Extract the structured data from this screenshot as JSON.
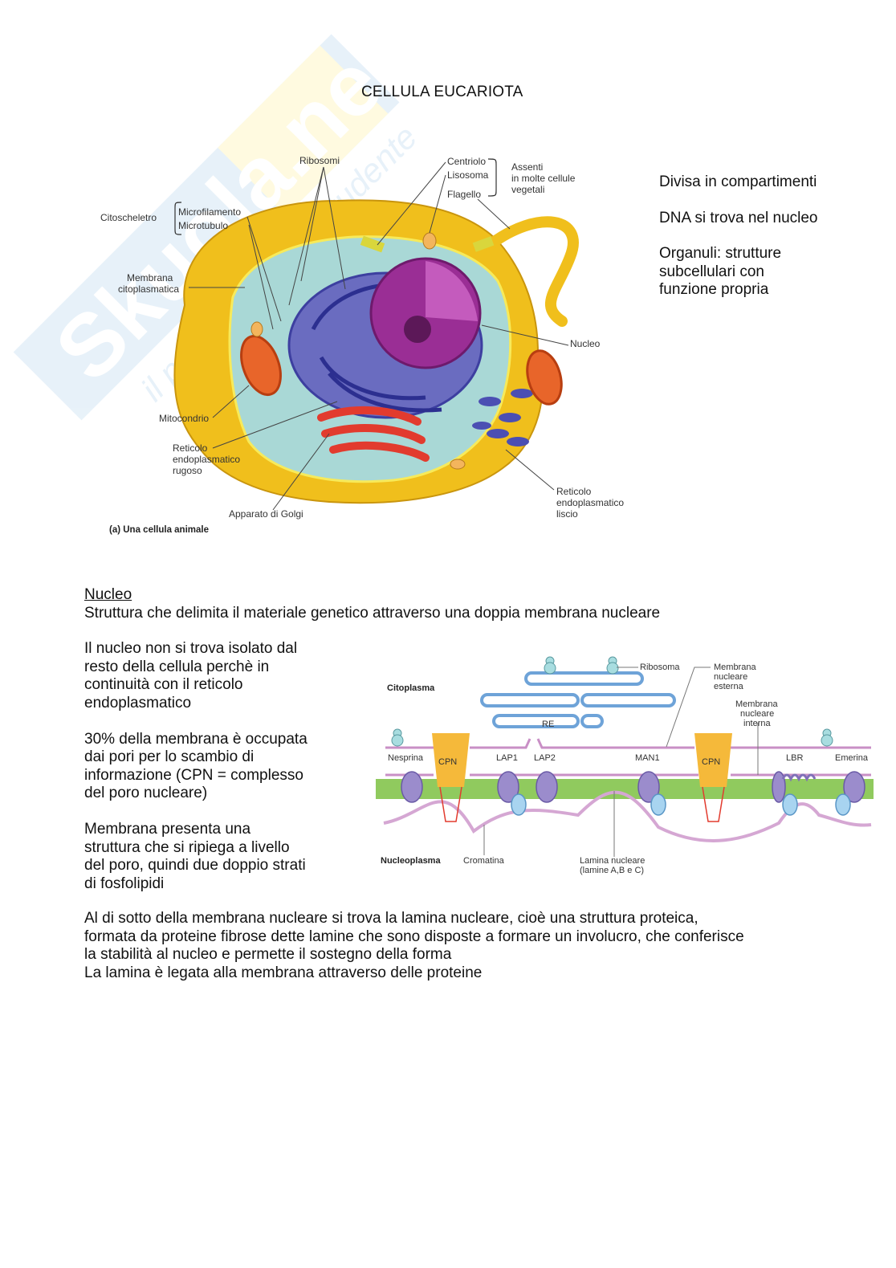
{
  "page": {
    "title": "CELLULA EUCARIOTA",
    "watermark": {
      "brand": "Skuola.net",
      "tagline": "il paradiso dello studente"
    }
  },
  "side_notes": [
    "Divisa in compartimenti",
    "DNA si trova nel nucleo",
    "Organuli: strutture subcellulari con funzione propria"
  ],
  "cell_figure": {
    "caption": "(a) Una cellula animale",
    "labels": {
      "ribosomi": "Ribosomi",
      "citoscheletro": "Citoscheletro",
      "microfilamento": "Microfilamento",
      "microtubulo": "Microtubulo",
      "membrana_line1": "Membrana",
      "membrana_line2": "citoplasmatica",
      "centriolo": "Centriolo",
      "lisosoma": "Lisosoma",
      "flagello": "Flagello",
      "assenti_line1": "Assenti",
      "assenti_line2": "in molte cellule",
      "assenti_line3": "vegetali",
      "nucleo": "Nucleo",
      "mitocondrio": "Mitocondrio",
      "rer_line1": "Reticolo",
      "rer_line2": "endoplasmatico",
      "rer_line3": "rugoso",
      "golgi": "Apparato di Golgi",
      "ser_line1": "Reticolo",
      "ser_line2": "endoplasmatico",
      "ser_line3": "liscio"
    },
    "colors": {
      "cytoplasm_outer": "#f2c21a",
      "cytoplasm_inner": "#a9d8d6",
      "nucleus": "#9a2e95",
      "er": "#4b4fb3",
      "golgi": "#e23b2e",
      "mitochondria": "#e8652a"
    }
  },
  "nucleo_section": {
    "heading": "Nucleo",
    "intro": "Struttura che delimita il materiale genetico attraverso una doppia membrana nucleare",
    "paragraphs": [
      [
        "Il nucleo non si trova isolato dal",
        "resto della cellula perchè in",
        "continuità con il reticolo",
        "endoplasmatico"
      ],
      [
        "30% della membrana è occupata",
        "dai pori per lo scambio di",
        "informazione (CPN = complesso",
        "del poro nucleare)"
      ],
      [
        "Membrana presenta una",
        "struttura che si ripiega a livello",
        "del poro, quindi due doppio strati",
        "di fosfolipidi"
      ]
    ]
  },
  "membrane_figure": {
    "labels": {
      "citoplasma": "Citoplasma",
      "nucleoplasma": "Nucleoplasma",
      "ribosoma": "Ribosoma",
      "re": "RE",
      "esterna_line1": "Membrana",
      "esterna_line2": "nucleare",
      "esterna_line3": "esterna",
      "interna_line1": "Membrana",
      "interna_line2": "nucleare",
      "interna_line3": "interna",
      "nesprina": "Nesprina",
      "cpn_left": "CPN",
      "cpn_right": "CPN",
      "lap1": "LAP1",
      "lap2": "LAP2",
      "man1": "MAN1",
      "lbr": "LBR",
      "emerina": "Emerina",
      "cromatina": "Cromatina",
      "lamina_line1": "Lamina nucleare",
      "lamina_line2": "(lamine A,B e C)"
    },
    "colors": {
      "er_membrane": "#6ea3d8",
      "nuclear_membrane": "#c98fc6",
      "lamina": "#7dc142",
      "pore": "#f5b93a",
      "protein": "#9b8ccc",
      "binding_protein": "#a8d4f0"
    }
  },
  "bottom_text": [
    "Al di sotto della membrana nucleare si trova la lamina nucleare, cioè una struttura proteica,",
    "formata da proteine fibrose dette lamine che sono disposte a formare un involucro, che conferisce",
    "la stabilità al nucleo e permette il sostegno della forma",
    "La lamina è legata alla membrana attraverso delle proteine"
  ]
}
